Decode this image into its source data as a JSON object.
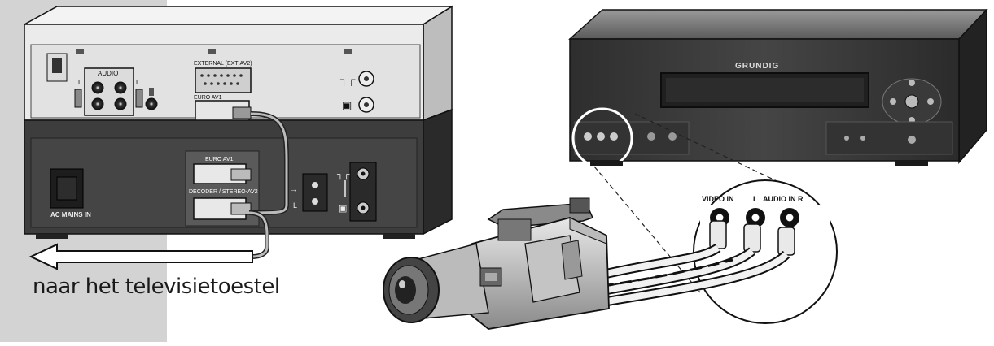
{
  "caption": "naar het televisietoestel",
  "brand": "GRUNDIG",
  "rear_panel": {
    "audio_label": "AUDIO",
    "audio_channel_left": "L",
    "audio_channel_right": "L",
    "scart_top_label": "EXTERNAL (EXT-AV2)",
    "scart_mid_label": "EURO AV1",
    "scart_decoder_label": "DECODER / STEREO-AV2",
    "ac_mains_label": "AC MAINS IN",
    "antenna_in_symbol": "┐┌",
    "tv_out_symbol": "▣",
    "io_label_top": "→",
    "io_label_bottom": "L"
  },
  "front_jacks": {
    "video_in_label": "VIDEO IN",
    "audio_l_label": "L",
    "audio_in_r_label": "AUDIO IN R"
  },
  "colors": {
    "background_band": "#d3d3d3",
    "device_dark": "#3c3c3c",
    "device_light": "#e6e6e6",
    "line": "#111111"
  }
}
